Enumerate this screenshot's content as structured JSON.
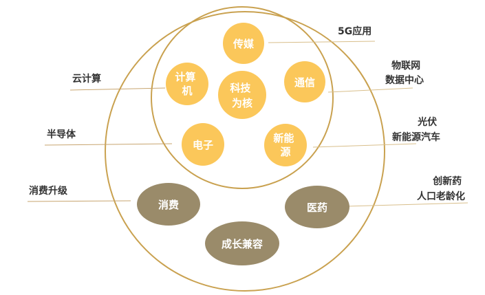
{
  "colors": {
    "ring": "#C9A14F",
    "inner_node": "#FBC75A",
    "outer_node": "#9A8B6A",
    "leader_right": "#D8BE8A",
    "leader_left": "#C7A46E",
    "label_text": "#333333",
    "node_text": "#FFFFFF"
  },
  "center": {
    "lines": [
      "科技",
      "为核"
    ]
  },
  "inner_nodes": [
    {
      "id": "media",
      "lines": [
        "传媒"
      ]
    },
    {
      "id": "computer",
      "lines": [
        "计算",
        "机"
      ]
    },
    {
      "id": "telecom",
      "lines": [
        "通信"
      ]
    },
    {
      "id": "electronics",
      "lines": [
        "电子"
      ]
    },
    {
      "id": "new-energy",
      "lines": [
        "新能",
        "源"
      ]
    }
  ],
  "outer_nodes": [
    {
      "id": "consumption",
      "lines": [
        "消费"
      ]
    },
    {
      "id": "medicine",
      "lines": [
        "医药"
      ]
    },
    {
      "id": "growth",
      "lines": [
        "成长兼容"
      ]
    }
  ],
  "side_labels": [
    {
      "id": "5g",
      "lines": [
        "5G应用"
      ]
    },
    {
      "id": "cloud",
      "lines": [
        "云计算"
      ]
    },
    {
      "id": "iot",
      "lines": [
        "物联网",
        "数据中心"
      ]
    },
    {
      "id": "pv",
      "lines": [
        "光伏",
        "新能源汽车"
      ]
    },
    {
      "id": "semiconductor",
      "lines": [
        "半导体"
      ]
    },
    {
      "id": "consumption-upgrade",
      "lines": [
        "消费升级"
      ]
    },
    {
      "id": "innovative-drug",
      "lines": [
        "创新药",
        "人口老龄化"
      ]
    }
  ]
}
